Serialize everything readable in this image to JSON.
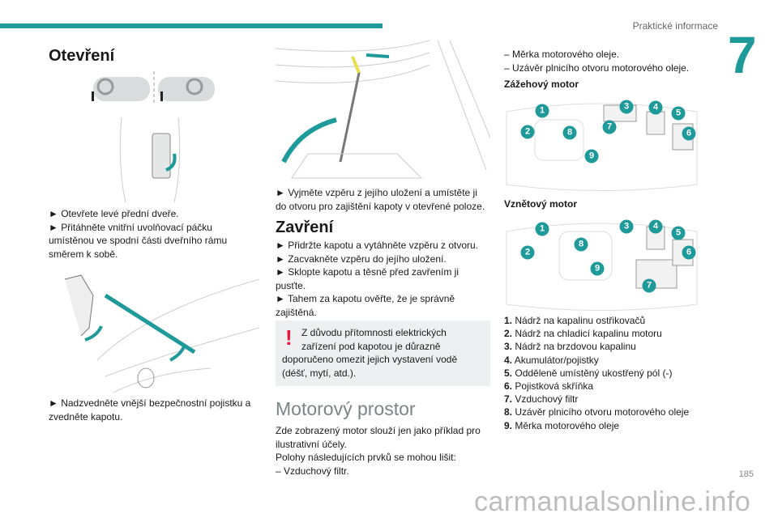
{
  "header": {
    "section": "Praktické informace",
    "chapter": "7",
    "page": "185"
  },
  "col1": {
    "title": "Otevření",
    "steps1": [
      "► Otevřete levé přední dveře.",
      "► Přitáhněte vnitřní uvolňovací páčku umístěnou ve spodní části dveřního rámu směrem k sobě."
    ],
    "steps2": [
      "► Nadzvedněte vnější bezpečnostní pojistku a zvedněte kapotu."
    ]
  },
  "col2": {
    "step_strut": "► Vyjměte vzpěru z jejího uložení a umístěte ji do otvoru pro zajištění kapoty v otevřené poloze.",
    "close_title": "Zavření",
    "close_steps": [
      "► Přidržte kapotu a vytáhněte vzpěru z otvoru.",
      "► Zacvakněte vzpěru do jejího uložení.",
      "► Sklopte kapotu a těsně před zavřením ji pusťte.",
      "► Tahem za kapotu ověřte, že je správně zajištěná."
    ],
    "warning": {
      "line1": "Z důvodu přítomnosti elektrických",
      "line2": "zařízení pod kapotou je důrazně",
      "rest": "doporučeno omezit jejich vystavení vodě (déšť, mytí, atd.)."
    },
    "engine_title": "Motorový prostor",
    "engine_intro": "Zde zobrazený motor slouží jen jako příklad pro ilustrativní účely.",
    "engine_positions": "Polohy následujících prvků se mohou lišit:",
    "engine_item": "– Vzduchový filtr."
  },
  "col3": {
    "items": [
      "– Měrka motorového oleje.",
      "– Uzávěr plnicího otvoru motorového oleje."
    ],
    "petrol": "Zážehový motor",
    "diesel": "Vznětový motor",
    "markers": [
      "1",
      "2",
      "3",
      "4",
      "5",
      "6",
      "7",
      "8",
      "9"
    ],
    "legend": [
      {
        "n": "1.",
        "t": "Nádrž na kapalinu ostřikovačů"
      },
      {
        "n": "2.",
        "t": "Nádrž na chladicí kapalinu motoru"
      },
      {
        "n": "3.",
        "t": "Nádrž na brzdovou kapalinu"
      },
      {
        "n": "4.",
        "t": "Akumulátor/pojistky"
      },
      {
        "n": "5.",
        "t": "Odděleně umístěný ukostřený pól (-)"
      },
      {
        "n": "6.",
        "t": "Pojistková skříňka"
      },
      {
        "n": "7.",
        "t": "Vzduchový filtr"
      },
      {
        "n": "8.",
        "t": "Uzávěr plnicího otvoru motorového oleje"
      },
      {
        "n": "9.",
        "t": "Měrka motorového oleje"
      }
    ]
  },
  "watermark": "carmanualsonline.info",
  "colors": {
    "accent": "#1d9a99",
    "warning": "#e5153b"
  }
}
